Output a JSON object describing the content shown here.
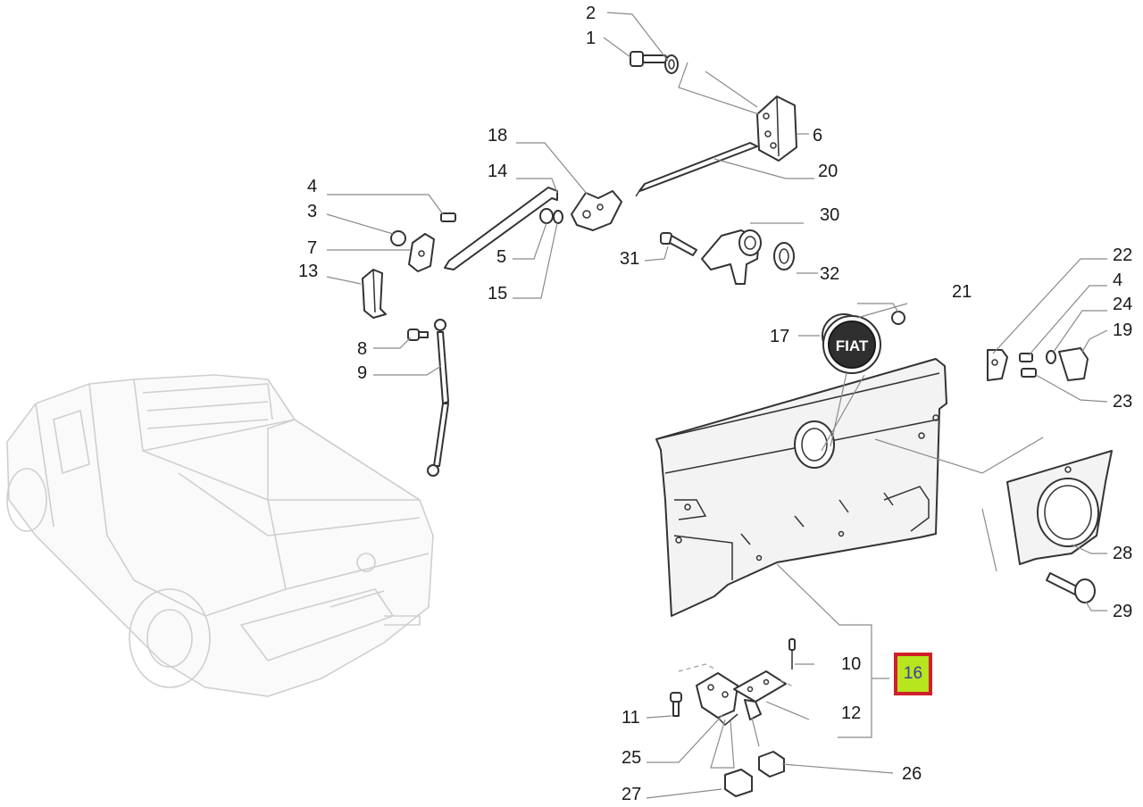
{
  "callouts": {
    "c1": "1",
    "c2": "2",
    "c3": "3",
    "c4": "4",
    "c4b": "4",
    "c5": "5",
    "c6": "6",
    "c7": "7",
    "c8": "8",
    "c9": "9",
    "c10": "10",
    "c11": "11",
    "c12": "12",
    "c13": "13",
    "c14": "14",
    "c15": "15",
    "c16": "16",
    "c17": "17",
    "c18": "18",
    "c19": "19",
    "c20": "20",
    "c21": "21",
    "c22": "22",
    "c23": "23",
    "c24": "24",
    "c25": "25",
    "c26": "26",
    "c27": "27",
    "c28": "28",
    "c29": "29",
    "c30": "30",
    "c31": "31",
    "c32": "32"
  },
  "badge": {
    "text": "FIAT"
  },
  "highlight": {
    "part_number": "16",
    "border_color": "#d0202a",
    "fill_color": "#b7e51e"
  }
}
